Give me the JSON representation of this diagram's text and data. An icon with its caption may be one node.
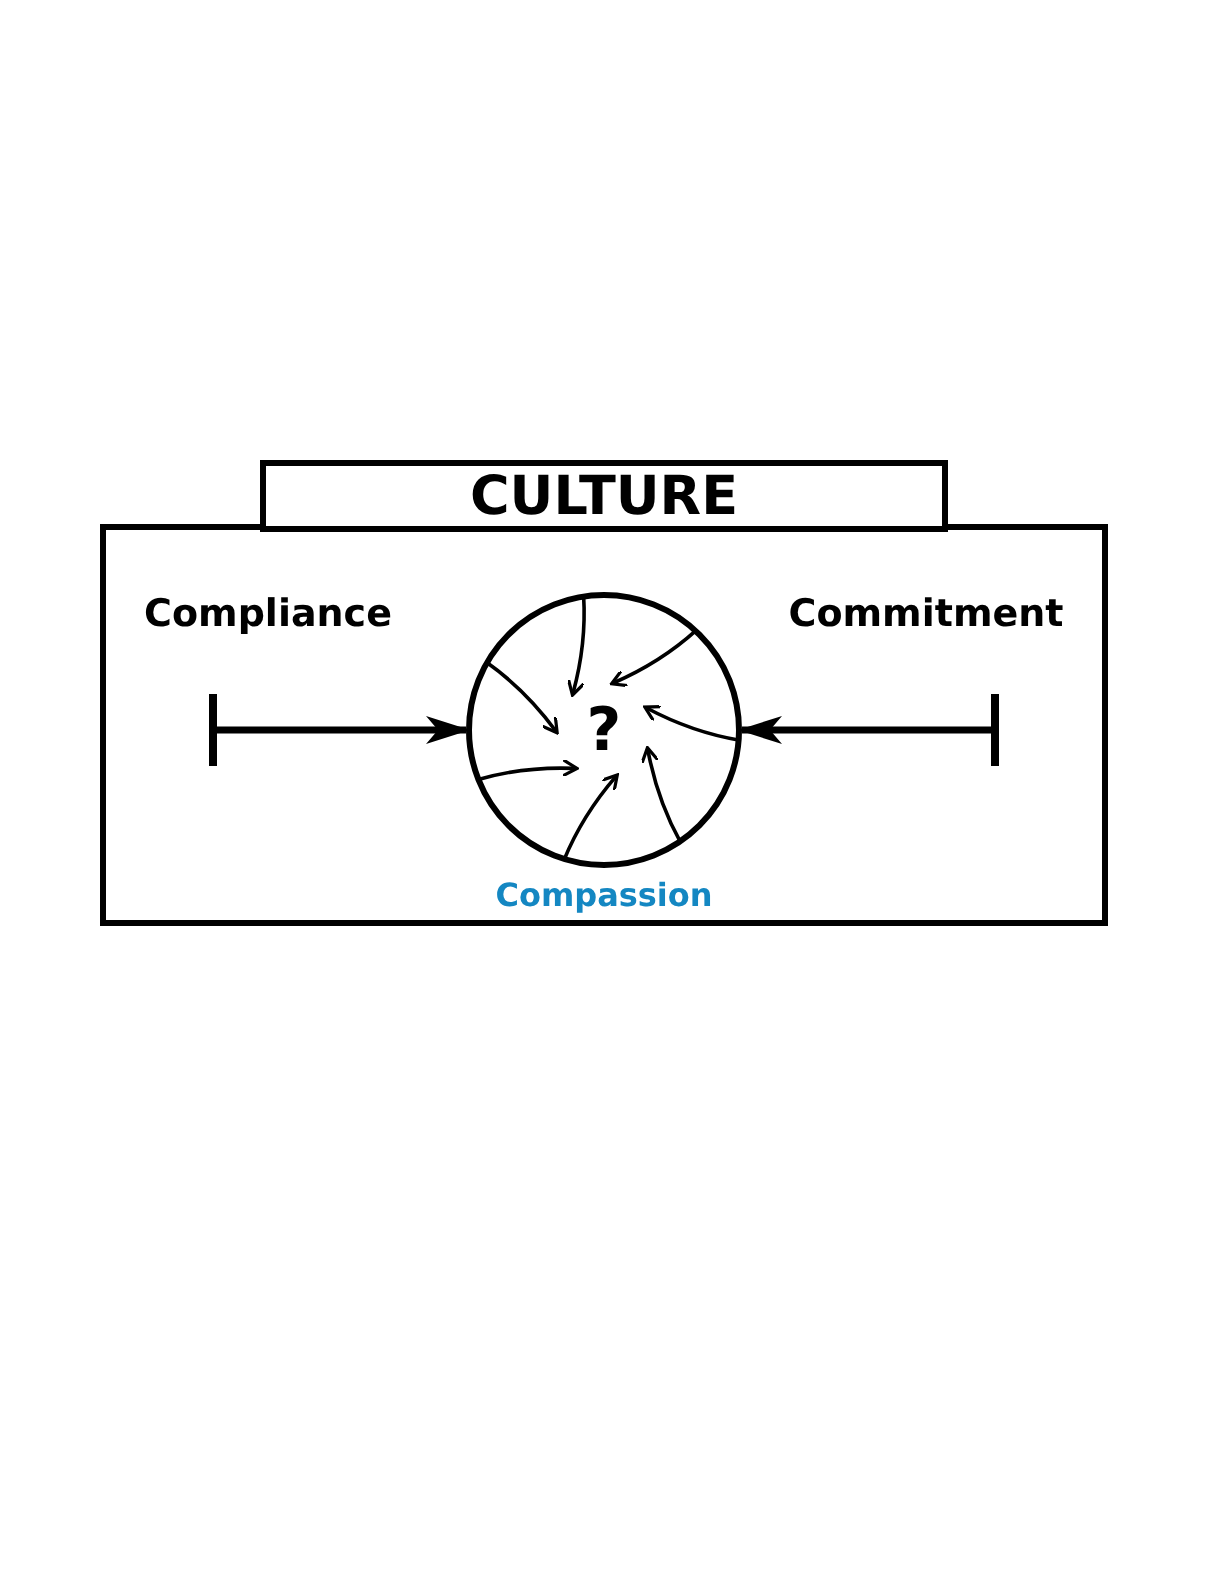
{
  "diagram": {
    "nodes": [
      {
        "text": [],
        "shape": "box"
      },
      {
        "text": [
          "CULTURE"
        ]
      },
      {
        "text": [
          "?"
        ],
        "in": 0,
        "beside": [
          "Compassion"
        ]
      }
    ],
    "edges": [
      {
        "from": null,
        "to": 2,
        "arrow": "to"
      },
      {
        "from": null,
        "to": 2,
        "arrow": "to"
      }
    ],
    "labels": [
      "Compliance",
      "Commitment"
    ]
  }
}
